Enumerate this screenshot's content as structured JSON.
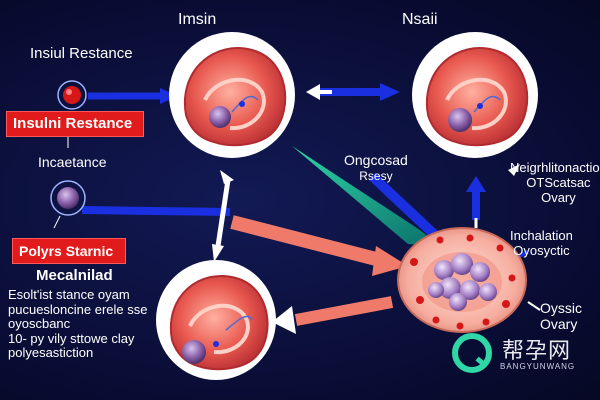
{
  "labels": {
    "title_left": "Imsin",
    "title_right": "Nsaii",
    "insulin_resistance_top": "Insiul Restance",
    "insulin_resistance_box": "Insulni Restance",
    "increase": "Incaetance",
    "polycystic_box": "Polyrs Starnic",
    "metabolic": "Mecalnilad",
    "oncogenic": [
      "Ongcosad",
      "Rsesy"
    ],
    "neighboring": [
      "Neigrhlitonaction",
      "OTScatsac",
      "Ovary"
    ],
    "inchemical": [
      "Inchalation",
      "Oyosyctic"
    ],
    "oysic": [
      "Oyssic",
      "Ovary"
    ]
  },
  "description_lines": [
    "Esolt'ist stance oyam",
    "pucuesloncine erele sse",
    "oyoscbanc",
    "10- py vily sttowe clay",
    "polyesastiction"
  ],
  "watermark": {
    "cn": "帮孕网",
    "en": "BANGYUNWANG"
  },
  "colors": {
    "background": "#0b0f3a",
    "accent_red": "#e11b1b",
    "arrow_blue": "#1a2fe0",
    "arrow_salmon": "#f07a6a",
    "arrow_teal": "#1fb38a",
    "uterus": "#e85a5a",
    "follicle": "#8a5fa8"
  }
}
